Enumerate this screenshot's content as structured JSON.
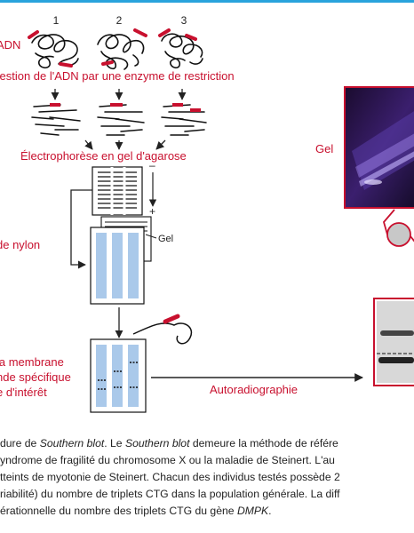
{
  "diagram": {
    "individuals": [
      "1",
      "2",
      "3"
    ],
    "steps": {
      "adn": "ADN",
      "digestion": "Digestion de l'ADN par une enzyme de restriction",
      "electrophorese": "Électrophorèse en gel d'agarose",
      "transfert_nylon": "de nylon",
      "hybridation": [
        "la membrane",
        "nde spécifique",
        "e d'intérêt"
      ],
      "autoradiographie": "Autoradiographie"
    },
    "labels": {
      "gel_photo": "Gel",
      "gel_stack": "Gel",
      "minus": "–",
      "plus": "+"
    },
    "colors": {
      "red": "#c8102e",
      "membrane_blue": "#aac9ea",
      "blue_line": "#29a3dc"
    }
  },
  "caption": {
    "lines": [
      [
        "dure de ",
        {
          "i": "Southern blot"
        },
        ". Le ",
        {
          "i": "Southern blot"
        },
        " demeure la méthode de référe"
      ],
      [
        "yndrome de fragilité du chromosome X ou la maladie de Steinert. L'au"
      ],
      [
        "tteints de myotonie de Steinert. Chacun des individus testés possède 2"
      ],
      [
        "riabilité) du nombre de triplets CTG dans la population générale. La diff"
      ],
      [
        "érationnelle du nombre des triplets CTG du gène ",
        {
          "i": "DMPK"
        },
        "."
      ]
    ]
  }
}
